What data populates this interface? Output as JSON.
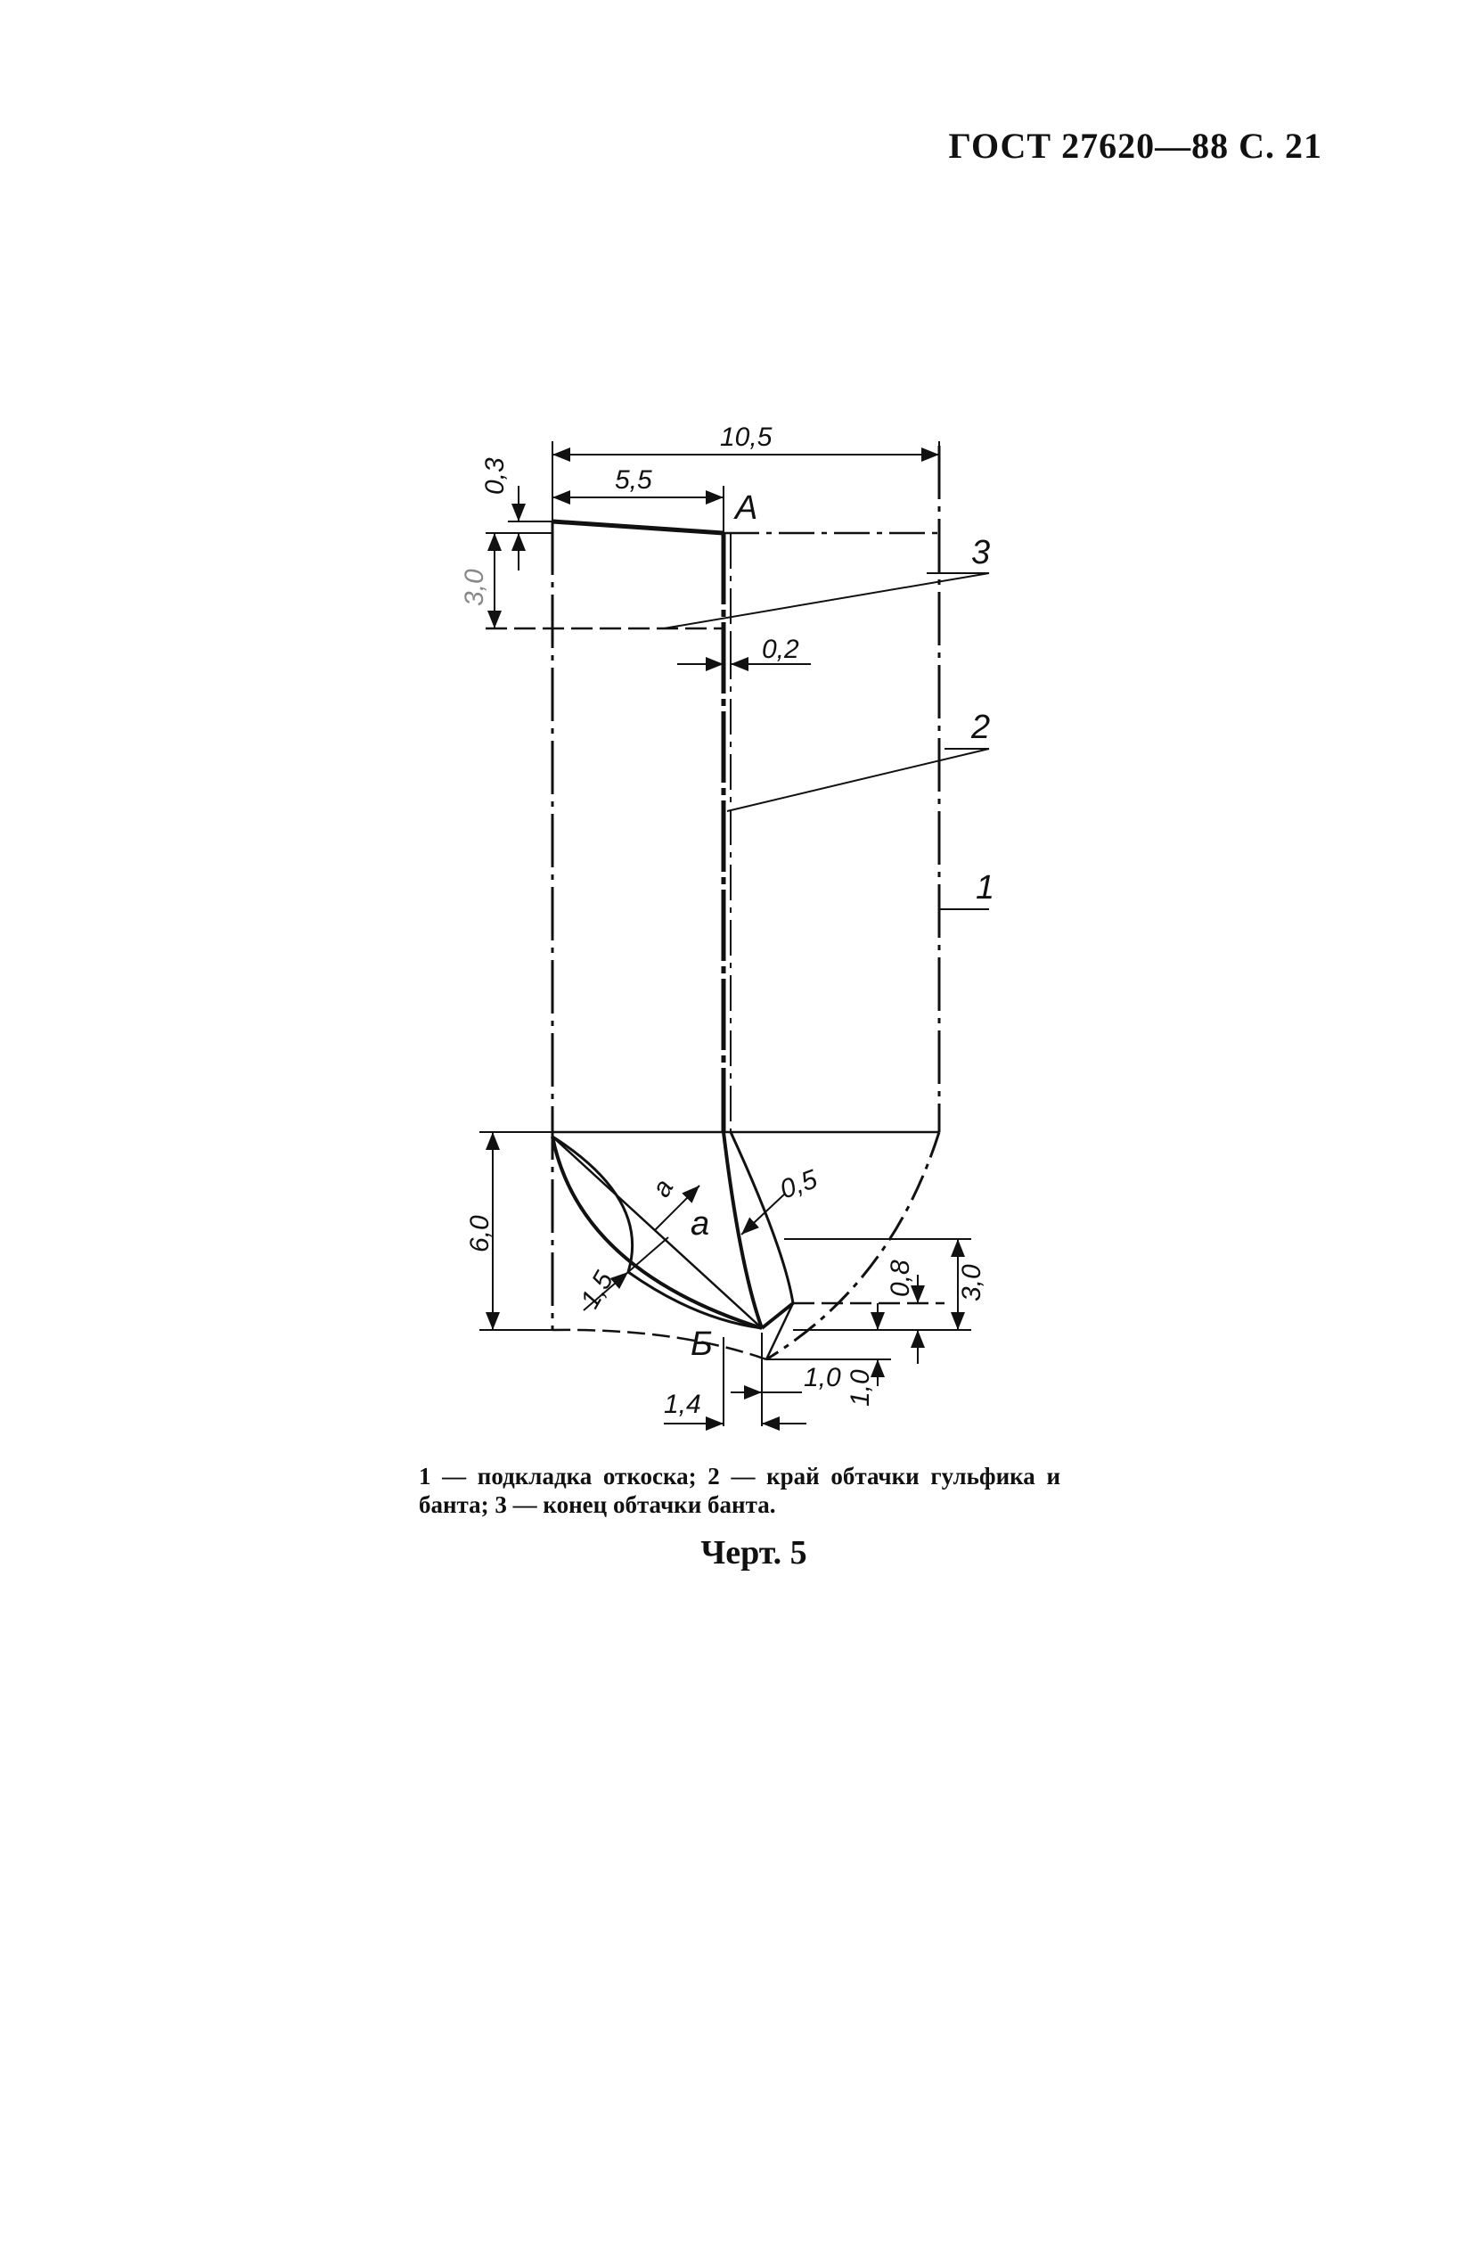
{
  "header": {
    "standard": "ГОСТ 27620—88 С. 21"
  },
  "drawing": {
    "dimensions": {
      "total_width": "10,5",
      "inner_width": "5,5",
      "top_offset": "0,3",
      "band_height": "3,0",
      "gap": "0,2",
      "bottom_height": "6,0",
      "curve_offset": "1,5",
      "a_offset": "0,5",
      "right_height_3": "3,0",
      "right_height_08": "0,8",
      "right_height_10": "1,0",
      "bottom_10": "1,0",
      "bottom_14": "1,4"
    },
    "points": {
      "A": "А",
      "B": "Б",
      "a": "а",
      "a_dim": "а"
    },
    "callouts": {
      "c1": "1",
      "c2": "2",
      "c3": "3"
    }
  },
  "caption": {
    "item1": "1 — подкладка откоска;",
    "item2": "2 — край обтачки гульфика и банта;",
    "item3": "3 — конец обтачки банта."
  },
  "figure_title": "Черт. 5"
}
